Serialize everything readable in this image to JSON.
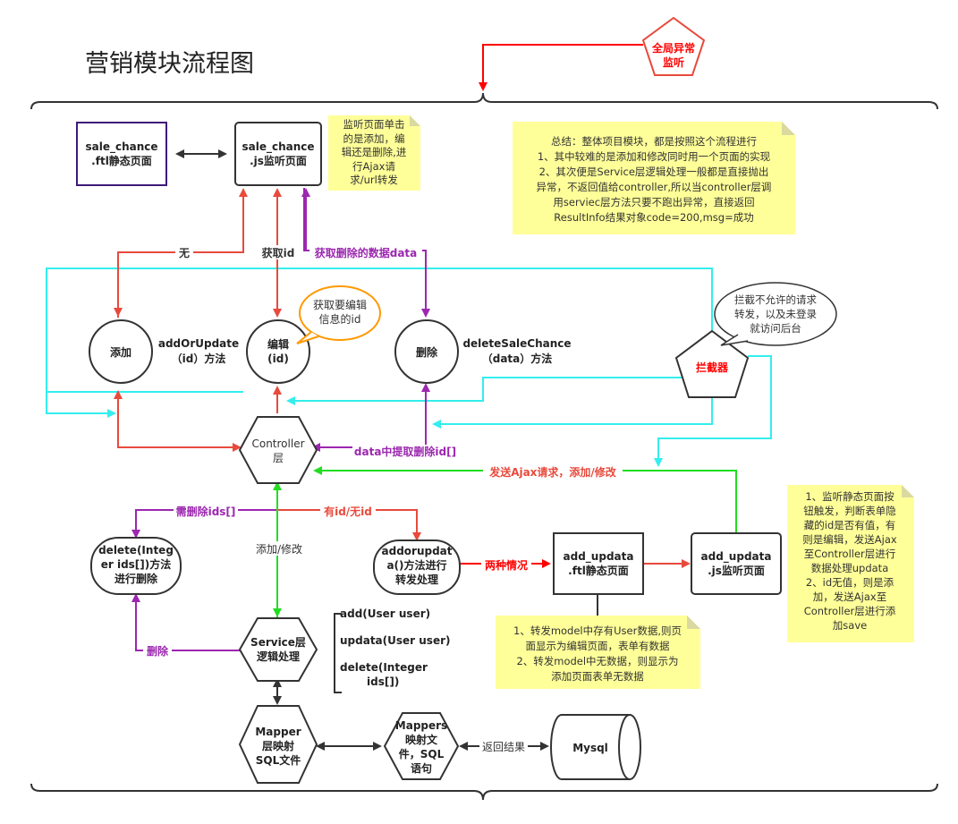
{
  "title": "营销模块流程图",
  "global_exception": [
    "全局异常",
    "监听"
  ],
  "nodes": {
    "ftl_page": [
      "sale_chance",
      ".ftl静态页面"
    ],
    "js_page": [
      "sale_chance",
      ".js监听页面"
    ],
    "add": "添加",
    "add_method": [
      "addOrUpdate",
      "（id）方法"
    ],
    "edit": [
      "编辑",
      "(id)"
    ],
    "delete": "删除",
    "delete_method": [
      "deleteSaleChance",
      "（data）方法"
    ],
    "controller": [
      "Controller",
      "层"
    ],
    "interceptor": "拦截器",
    "delete_ids": [
      "delete(Integ",
      "er ids[])方法",
      "进行删除"
    ],
    "addorupdate": [
      "addorupdat",
      "a()方法进行",
      "转发处理"
    ],
    "add_updata_ftl": [
      "add_updata",
      ".ftl静态页面"
    ],
    "add_updata_js": [
      "add_updata",
      ".js监听页面"
    ],
    "service": [
      "Service层",
      "逻辑处理"
    ],
    "service_methods": [
      "add(User user)",
      "updata(User user)",
      "delete(Integer",
      "ids[])"
    ],
    "mapper": [
      "Mapper",
      "层映射",
      "SQL文件"
    ],
    "mappers": [
      "Mappers",
      "映射文",
      "件，SQL",
      "语句"
    ],
    "mysql": "Mysql"
  },
  "edges": {
    "none": "无",
    "get_id": "获取id",
    "get_delete_data": "获取删除的数据data",
    "extract_ids": "data中提取删除id[]",
    "send_ajax": "发送Ajax请求，添加/修改",
    "need_delete_ids": "需删除ids[]",
    "has_id": "有id/无id",
    "add_modify": "添加/修改",
    "two_cases": "两种情况",
    "delete": "删除",
    "return_result": "返回结果"
  },
  "callouts": {
    "edit_bubble": [
      "获取要编辑",
      "信息的id"
    ],
    "interceptor_bubble": [
      "拦截不允许的请求",
      "转发，以及未登录",
      "就访问后台"
    ]
  },
  "notes": {
    "js_listen": [
      "监听页面单击",
      "的是添加，编",
      "辑还是删除,进",
      "行Ajax请",
      "求/url转发"
    ],
    "summary": [
      "总结：整体项目模块，都是按照这个流程进行",
      "1、其中较难的是添加和修改同时用一个页面的实现",
      "2、其次便是Service层逻辑处理一般都是直接抛出",
      "异常，不返回值给controller,所以当controller层调",
      "用serviec层方法只要不跑出异常，直接返回",
      "ResultInfo结果对象code=200,msg=成功"
    ],
    "forward_model": [
      "1、转发model中存有User数据,则页",
      "面显示为编辑页面，表单有数据",
      "2、转发model中无数据，则显示为",
      "添加页面表单无数据"
    ],
    "listen_static": [
      "1、监听静态页面按",
      "钮触发，判断表单隐",
      "藏的id是否有值，有",
      "则是编辑，发送Ajax",
      "至Controller层进行",
      "数据处理updata",
      "2、id无值，则是添",
      "加，发送Ajax至",
      "Controller层进行添",
      "加save"
    ]
  },
  "colors": {
    "red": "#e84a3c",
    "purple": "#9c27b0",
    "green": "#22dd22",
    "cyan": "#33ffff",
    "dark": "#333333",
    "brand_border": "#3d1a78",
    "note_bg": "#ffff99",
    "orange": "#ff9900",
    "alert_red": "#ff0000"
  }
}
